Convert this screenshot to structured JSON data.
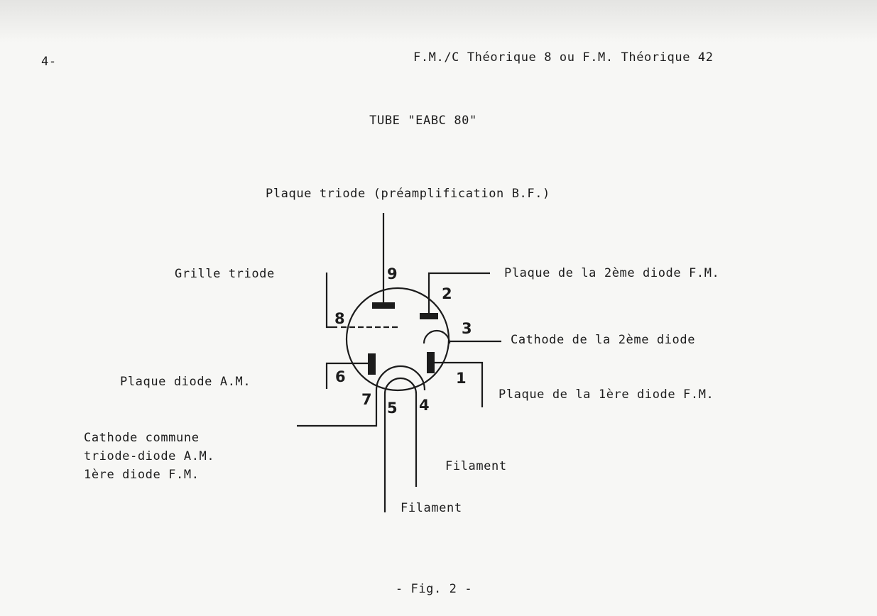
{
  "header": {
    "page_number": "4-",
    "reference": "F.M./C Théorique 8  ou  F.M. Théorique 42"
  },
  "title": "TUBE \"EABC 80\"",
  "labels": {
    "pin9": "Plaque triode (préamplification B.F.)",
    "pin8": "Grille triode",
    "pin2": "Plaque de la 2ème diode F.M.",
    "pin3": "Cathode de la 2ème diode",
    "pin6": "Plaque diode A.M.",
    "pin1": "Plaque de la 1ère diode F.M.",
    "pin7": "Cathode commune\ntriode-diode A.M.\n1ère diode F.M.",
    "pin4": "Filament",
    "pin5": "Filament"
  },
  "pins": {
    "p1": "1",
    "p2": "2",
    "p3": "3",
    "p4": "4",
    "p5": "5",
    "p6": "6",
    "p7": "7",
    "p8": "8",
    "p9": "9"
  },
  "caption": "- Fig. 2 -"
}
